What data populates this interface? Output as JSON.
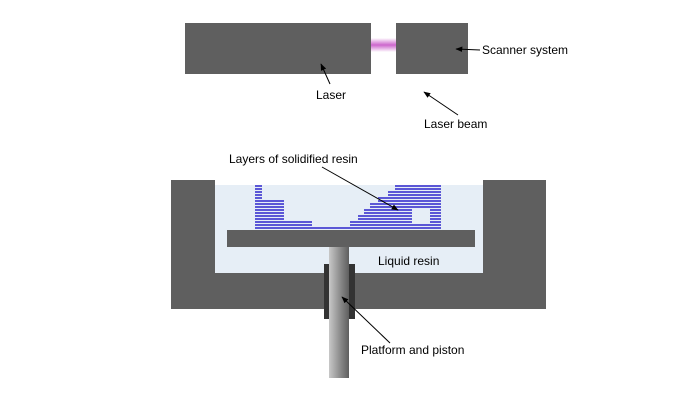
{
  "labels": {
    "scanner": "Scanner system",
    "laser": "Laser",
    "laser_beam": "Laser beam",
    "layers": "Layers of solidified resin",
    "liquid": "Liquid resin",
    "platform": "Platform and piston"
  },
  "colors": {
    "machine": "#5f5f5f",
    "resin_liquid": "#e6eef6",
    "resin_solid": "#5b57d6",
    "beam": "#cc66cc",
    "piston_light": "#b4b4b4",
    "piston_dark": "#6a6a6a",
    "seal": "#333333",
    "arrow": "#000000"
  }
}
